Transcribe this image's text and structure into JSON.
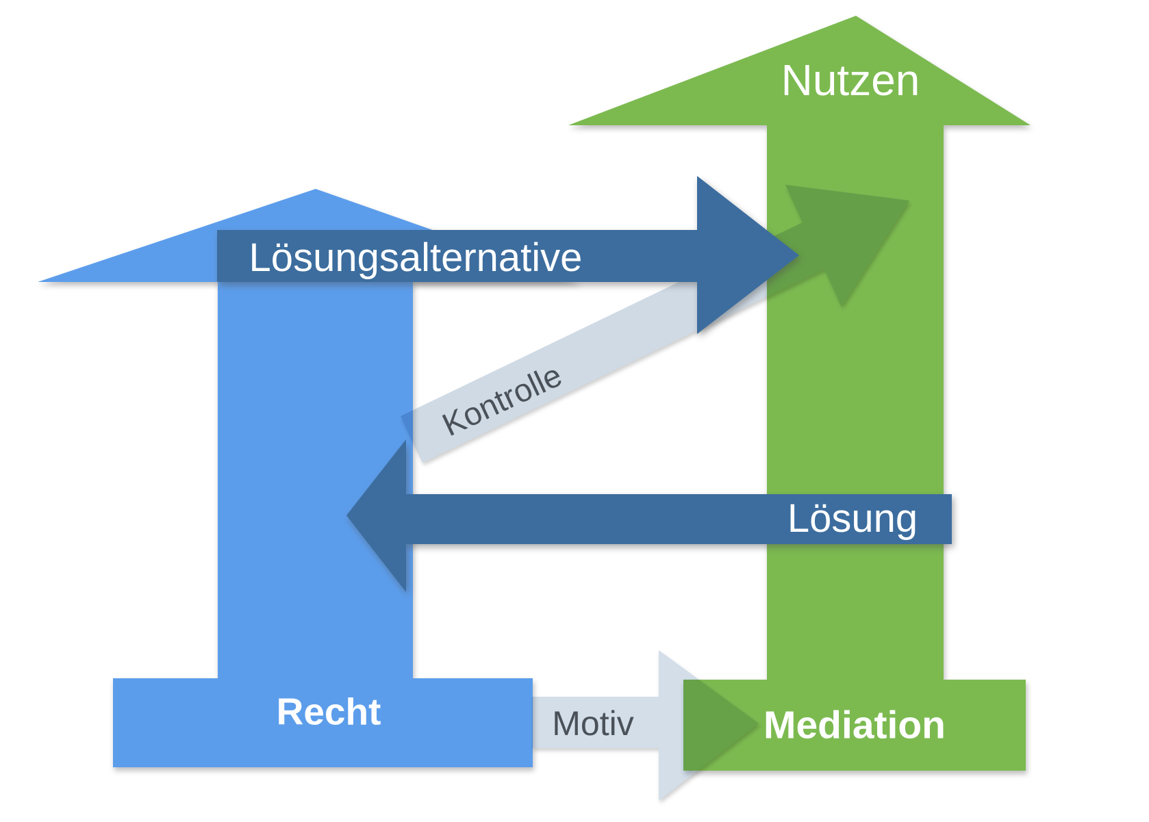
{
  "labels": {
    "nutzen": "Nutzen",
    "loesungsalternative": "Lösungsalternative",
    "kontrolle": "Kontrolle",
    "loesung": "Lösung",
    "motiv": "Motiv",
    "recht": "Recht",
    "mediation": "Mediation"
  },
  "colors": {
    "blue_arrow": "#5C9DEB",
    "green_arrow": "#7CBA50",
    "dark_blue_connector": "#3C6D9E",
    "light_gray_connector": "#CFDAE5",
    "light_gray_connector_2": "#D3DEE9",
    "label_light": "#FFFFFF",
    "label_dark": "#4B5158"
  },
  "diagram": {
    "left_pillar": {
      "label": "Recht",
      "direction": "up",
      "color": "#5C9DEB"
    },
    "right_pillar": {
      "top_label": "Nutzen",
      "bottom_label": "Mediation",
      "direction": "up",
      "color": "#7CBA50"
    },
    "connectors": [
      {
        "label": "Lösungsalternative",
        "from": "Recht",
        "to": "Mediation",
        "direction": "right",
        "color": "#3C6D9E"
      },
      {
        "label": "Kontrolle",
        "from": "Recht",
        "to": "Mediation",
        "direction": "up-right",
        "color": "#CFDAE5"
      },
      {
        "label": "Lösung",
        "from": "Mediation",
        "to": "Recht",
        "direction": "left",
        "color": "#3C6D9E"
      },
      {
        "label": "Motiv",
        "from": "Recht",
        "to": "Mediation",
        "direction": "right",
        "color": "#D3DEE9"
      }
    ]
  }
}
